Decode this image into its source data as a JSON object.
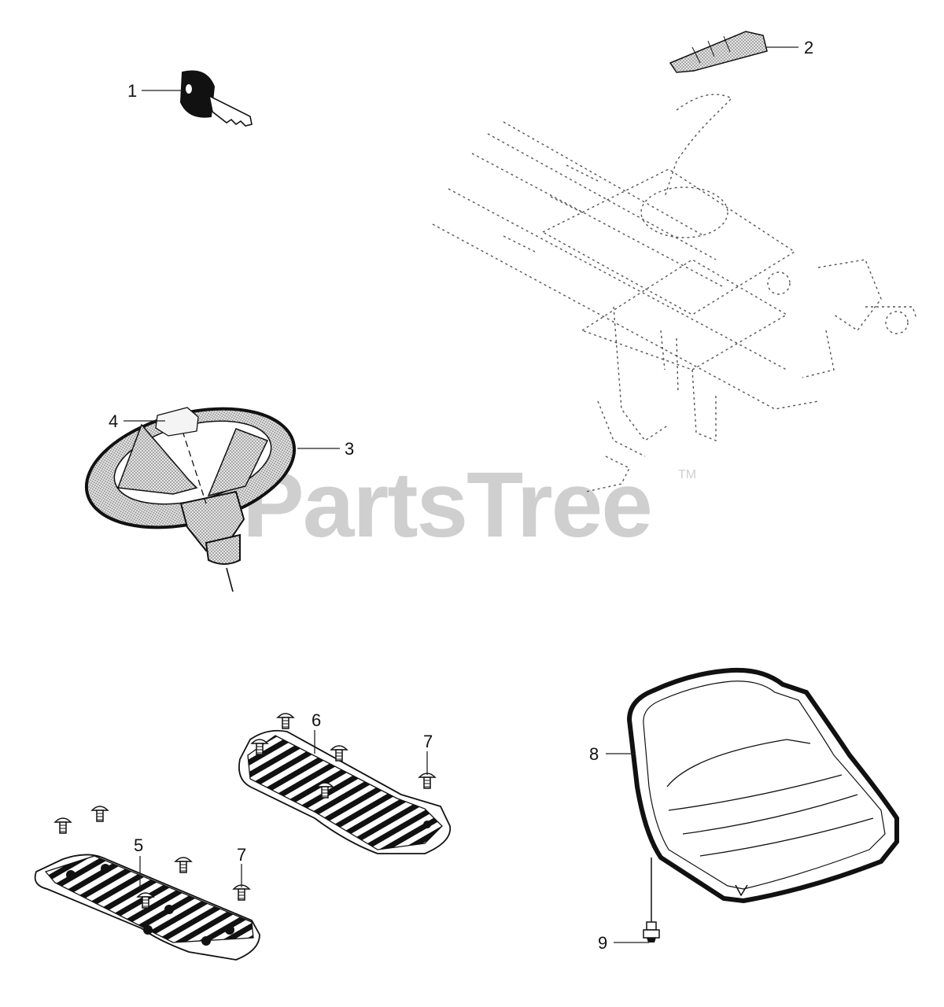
{
  "watermark": {
    "text": "PartsTree",
    "trademark": "TM"
  },
  "callouts": [
    {
      "id": "1",
      "label": "1",
      "part": "ignition-key"
    },
    {
      "id": "2",
      "label": "2",
      "part": "pedal-pad"
    },
    {
      "id": "3",
      "label": "3",
      "part": "steering-wheel"
    },
    {
      "id": "4",
      "label": "4",
      "part": "steering-wheel-cap"
    },
    {
      "id": "5",
      "label": "5",
      "part": "footrest-left"
    },
    {
      "id": "6",
      "label": "6",
      "part": "footrest-right"
    },
    {
      "id": "7a",
      "label": "7",
      "part": "push-rivet"
    },
    {
      "id": "7b",
      "label": "7",
      "part": "push-rivet"
    },
    {
      "id": "8",
      "label": "8",
      "part": "seat"
    },
    {
      "id": "9",
      "label": "9",
      "part": "seat-bolt"
    }
  ],
  "colors": {
    "line": "#111111",
    "watermark": "#cfcfcf",
    "dashed": "#555555"
  }
}
